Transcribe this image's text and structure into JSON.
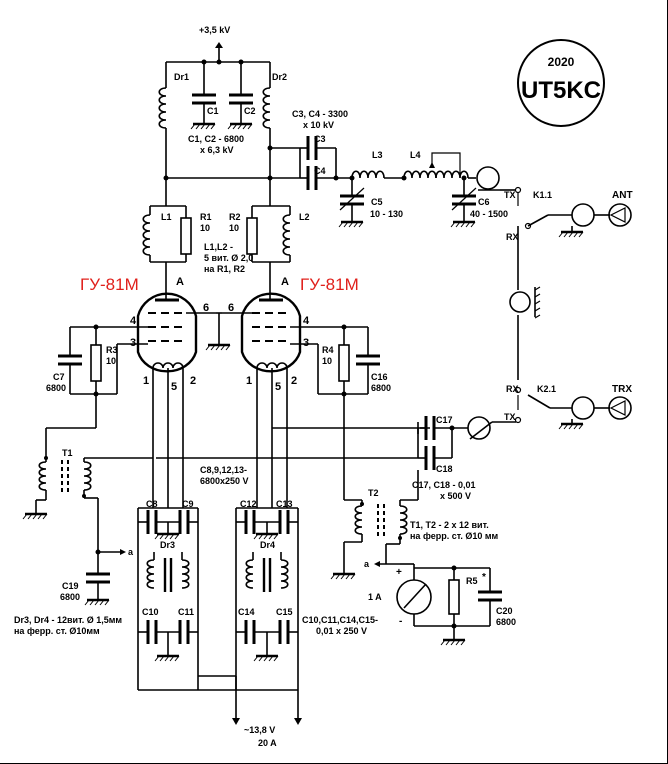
{
  "badge": {
    "year": "2020",
    "call": "UT5KC"
  },
  "supply": {
    "hv": "+3,5 kV",
    "low_a": "~13,8 V",
    "low_b": "20 A"
  },
  "tubes": {
    "left": "ГУ-81М",
    "right": "ГУ-81М",
    "anode": "A"
  },
  "pins": {
    "p1": "1",
    "p2": "2",
    "p3": "3",
    "p4": "4",
    "p5": "5",
    "p6": "6"
  },
  "labels": {
    "dr1": "Dr1",
    "dr2": "Dr2",
    "dr3": "Dr3",
    "dr4": "Dr4",
    "c1": "C1",
    "c2": "C2",
    "c3": "C3",
    "c4": "C4",
    "c5": "C5",
    "c6": "C6",
    "c7": "C7",
    "c8": "C8",
    "c9": "C9",
    "c10": "C10",
    "c11": "C11",
    "c12": "C12",
    "c13": "C13",
    "c14": "C14",
    "c15": "C15",
    "c16": "C16",
    "c17": "C17",
    "c18": "C18",
    "c19": "C19",
    "c20": "C20",
    "l1": "L1",
    "l2": "L2",
    "l3": "L3",
    "l4": "L4",
    "r1": "R1",
    "r2": "R2",
    "r3": "R3",
    "r4": "R4",
    "r5": "R5",
    "t1": "T1",
    "t2": "T2",
    "k11": "K1.1",
    "k21": "K2.1",
    "ant": "ANT",
    "trx": "TRX",
    "tx": "TX",
    "rx": "RX",
    "a_point": "a",
    "meter": "1 A",
    "plus": "+",
    "minus": "-",
    "star": "*",
    "ten": "10",
    "c7v": "6800",
    "c16v": "6800",
    "c19v": "6800",
    "c20v": "6800"
  },
  "notes": {
    "c12_1": "C1, C2 - 6800",
    "c12_2": "x 6,3 kV",
    "c34_1": "C3, C4 - 3300",
    "c34_2": "x 10 kV",
    "c5": "10 - 130",
    "c6": "40 - 1500",
    "l12_1": "L1,L2 -",
    "l12_2": "5 вит. Ø 2,0",
    "l12_3": "на R1, R2",
    "c8_1": "C8,9,12,13-",
    "c8_2": "6800x250 V",
    "c1718_1": "C17, C18 - 0,01",
    "c1718_2": "x 500 V",
    "t12_1": "T1, T2 - 2 x 12 вит.",
    "t12_2": "на ферр. ст. Ø10 мм",
    "dr34_1": "Dr3, Dr4 - 12вит. Ø 1,5мм",
    "dr34_2": "на ферр. ст. Ø10мм",
    "c10_1": "C10,C11,C14,C15-",
    "c10_2": "0,01 x 250 V"
  }
}
